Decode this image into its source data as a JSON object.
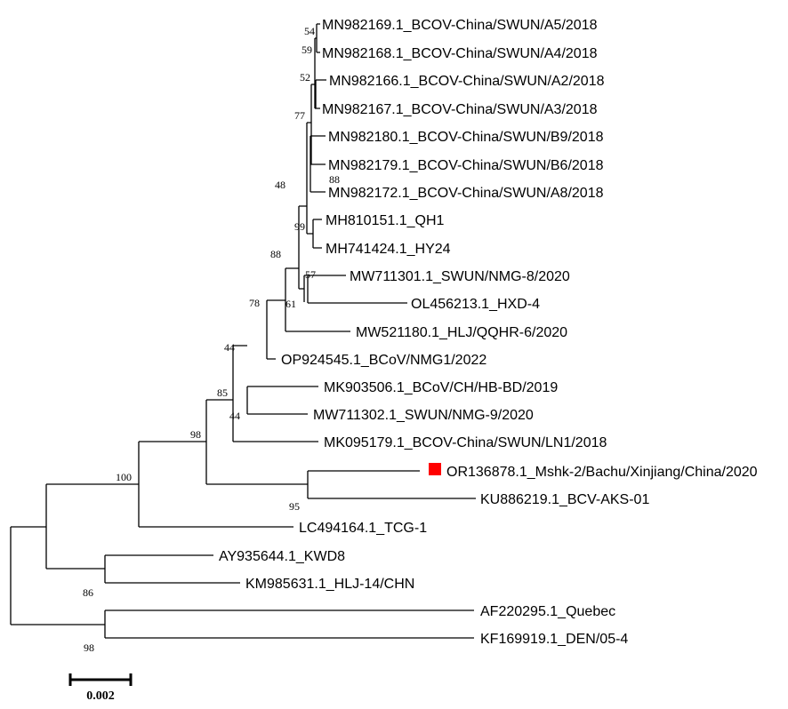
{
  "tree": {
    "leaves": [
      "MN982169.1_BCOV-China/SWUN/A5/2018",
      "MN982168.1_BCOV-China/SWUN/A4/2018",
      "MN982166.1_BCOV-China/SWUN/A2/2018",
      "MN982167.1_BCOV-China/SWUN/A3/2018",
      "MN982180.1_BCOV-China/SWUN/B9/2018",
      "MN982179.1_BCOV-China/SWUN/B6/2018",
      "MN982172.1_BCOV-China/SWUN/A8/2018",
      "MH810151.1_QH1",
      "MH741424.1_HY24",
      "MW711301.1_SWUN/NMG-8/2020",
      "OL456213.1_HXD-4",
      "MW521180.1_HLJ/QQHR-6/2020",
      "OP924545.1_BCoV/NMG1/2022",
      "MK903506.1_BCoV/CH/HB-BD/2019",
      "MW711302.1_SWUN/NMG-9/2020",
      "MK095179.1_BCOV-China/SWUN/LN1/2018",
      "OR136878.1_Mshk-2/Bachu/Xinjiang/China/2020",
      "KU886219.1_BCV-AKS-01",
      "LC494164.1_TCG-1",
      "AY935644.1_KWD8",
      "KM985631.1_HLJ-14/CHN",
      "AF220295.1_Quebec",
      "KF169919.1_DEN/05-4"
    ],
    "bootstrap": [
      "54",
      "59",
      "52",
      "77",
      "88",
      "48",
      "99",
      "57",
      "61",
      "88",
      "78",
      "44",
      "85",
      "44",
      "98",
      "100",
      "95",
      "86",
      "98"
    ],
    "highlight_marker_color": "#ff0000",
    "scale_bar_label": "0.002"
  }
}
